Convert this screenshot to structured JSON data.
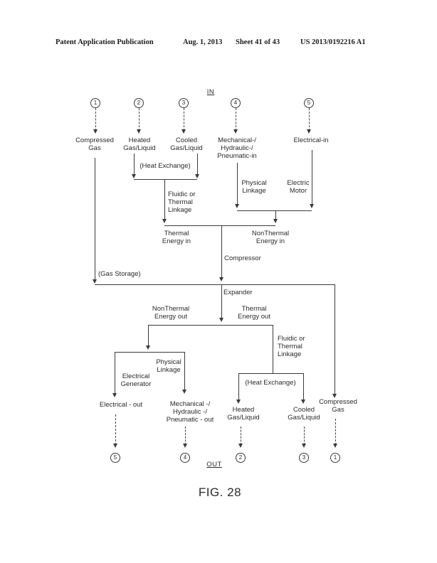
{
  "header": {
    "publication": "Patent Application Publication",
    "date": "Aug. 1, 2013",
    "sheet": "Sheet 41 of 43",
    "patent_number": "US 2013/0192216 A1"
  },
  "diagram": {
    "in_label": "IN",
    "out_label": "OUT",
    "caption": "FIG. 28",
    "circles_in": [
      "1",
      "2",
      "3",
      "4",
      "5"
    ],
    "circles_out": [
      "5",
      "4",
      "2",
      "3",
      "1"
    ],
    "labels": {
      "compressed_gas_in": "Compressed\nGas",
      "heated_in": "Heated\nGas/Liquid",
      "cooled_in": "Cooled\nGas/Liquid",
      "mech_in": "Mechanical-/\nHydraulic-/\nPneumatic-in",
      "electrical_in": "Electrical-in",
      "heat_exchange_in": "(Heat Exchange)",
      "physical_linkage_in": "Physical\nLinkage",
      "electric_motor": "Electric\nMotor",
      "fluidic_linkage_in": "Fluidic or\nThermal\nLinkage",
      "thermal_energy_in": "Thermal\nEnergy in",
      "nonthermal_energy_in": "NonThermal\nEnergy in",
      "compressor": "Compressor",
      "gas_storage": "(Gas Storage)",
      "expander": "Expander",
      "nonthermal_energy_out": "NonThermal\nEnergy out",
      "thermal_energy_out": "Thermal\nEnergy out",
      "fluidic_linkage_out": "Fluidic or\nThermal\nLinkage",
      "physical_linkage_out": "Physical\nLinkage",
      "electrical_generator": "Electrical\nGenerator",
      "electrical_out": "Electrical - out",
      "mechanical_out": "Mechanical -/\nHydraulic -/\nPneumatic - out",
      "heat_exchange_out": "(Heat Exchange)",
      "heated_out": "Heated\nGas/Liquid",
      "cooled_out": "Cooled\nGas/Liquid",
      "compressed_gas_out": "Compressed\nGas"
    }
  }
}
